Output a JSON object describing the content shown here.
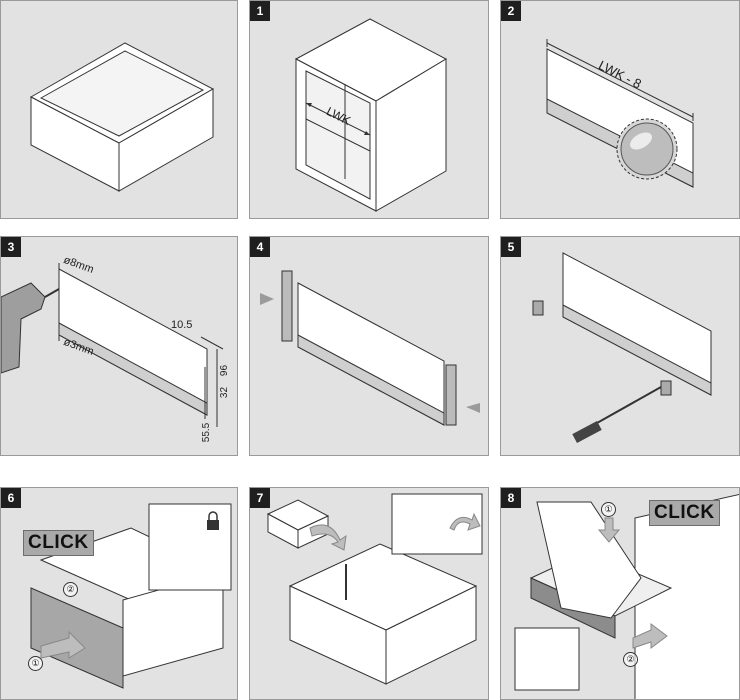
{
  "steps": [
    {
      "number": ""
    },
    {
      "number": "1",
      "label": "LWK"
    },
    {
      "number": "2",
      "label": "LWK - 8"
    },
    {
      "number": "3",
      "top_hole": "ø8mm",
      "bottom_hole": "ø3mm",
      "dim_a": "10.5",
      "dim_b": "32",
      "dim_c": "96",
      "dim_d": "55.5"
    },
    {
      "number": "4"
    },
    {
      "number": "5"
    },
    {
      "number": "6",
      "click": "CLICK",
      "mark1": "①",
      "mark2": "②"
    },
    {
      "number": "7"
    },
    {
      "number": "8",
      "click": "CLICK",
      "mark1": "①",
      "mark2": "②"
    }
  ],
  "colors": {
    "panel_bg": "#e2e2e2",
    "badge": "#1f1f1f",
    "click_bg": "#a9a9a9",
    "line": "#333333"
  }
}
